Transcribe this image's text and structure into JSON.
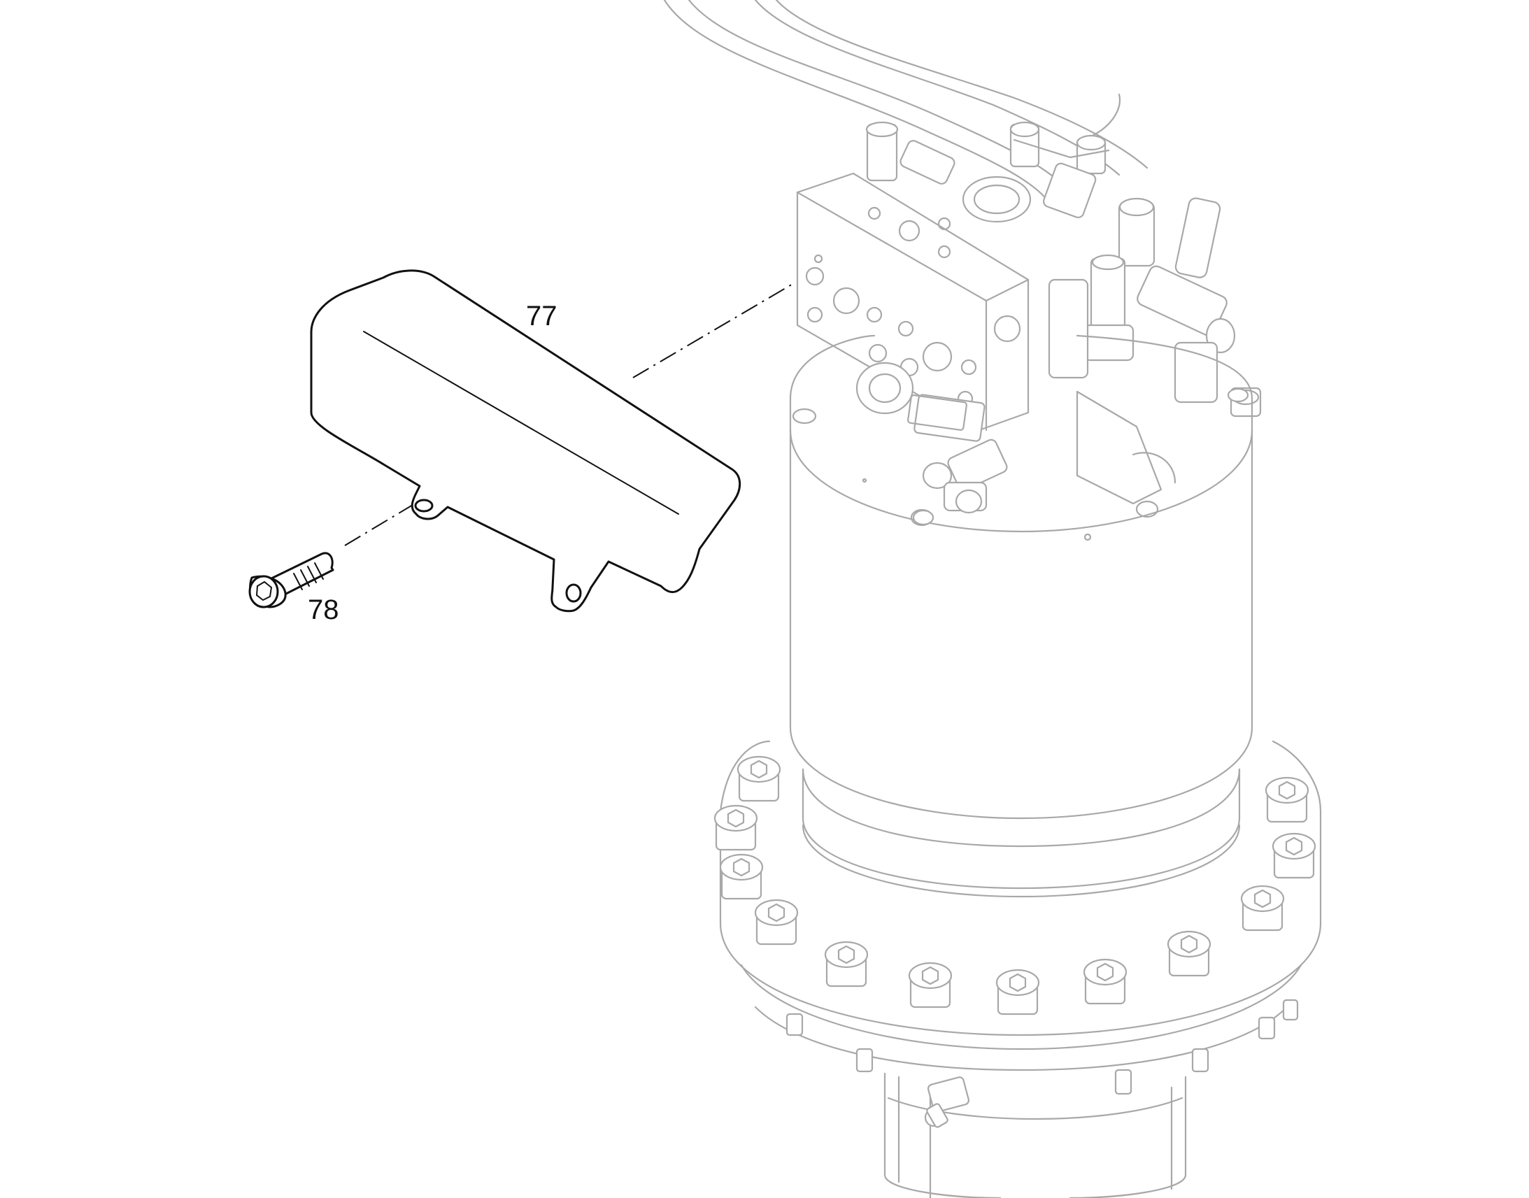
{
  "callouts": [
    {
      "id": "cover",
      "label": "77"
    },
    {
      "id": "screw",
      "label": "78"
    }
  ],
  "colors": {
    "background": "#ffffff",
    "highlighted_parts": "#111111",
    "background_assembly": "#a8a8a8"
  }
}
